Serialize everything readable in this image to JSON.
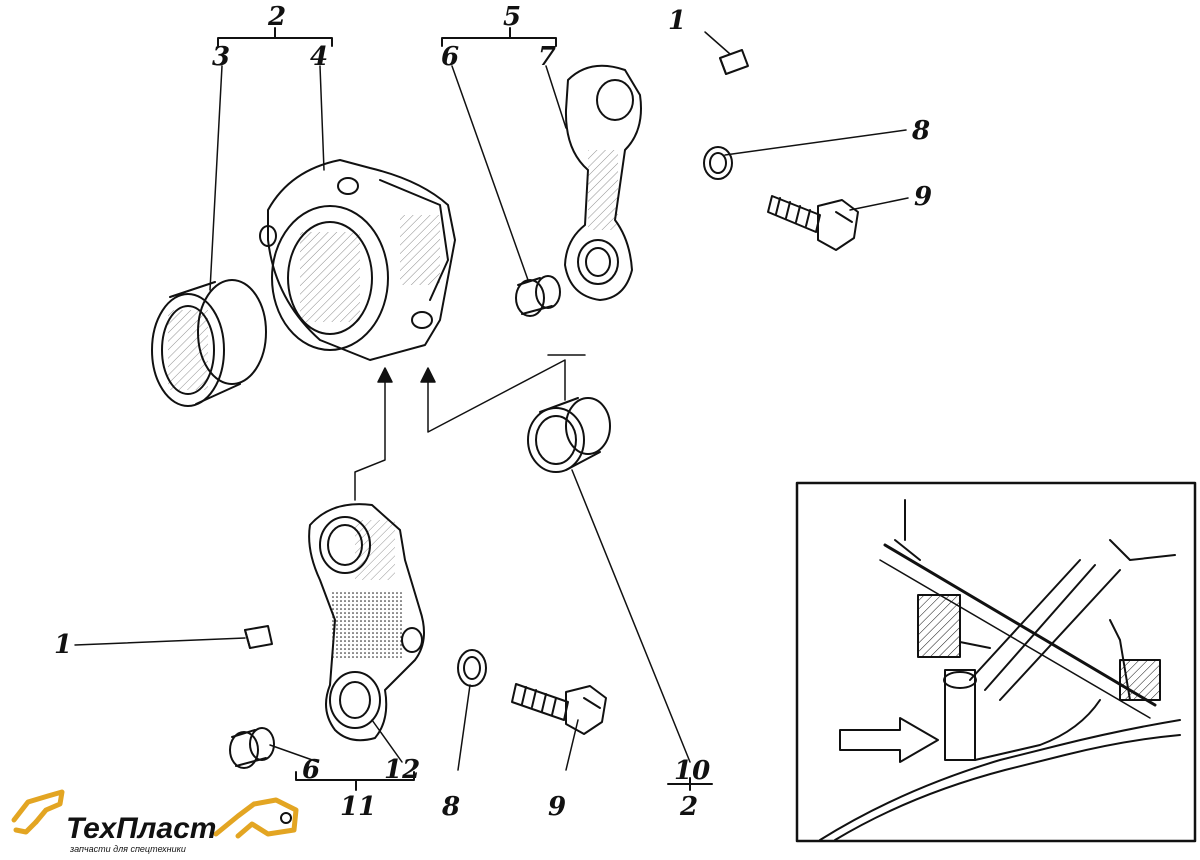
{
  "colors": {
    "ink": "#111111",
    "paper": "#ffffff",
    "logo_accent": "#e3a522"
  },
  "labels": {
    "n2_top": "2",
    "n3": "3",
    "n4": "4",
    "n5": "5",
    "n6_top": "6",
    "n7": "7",
    "n1_top": "1",
    "n8_top": "8",
    "n9_top": "9",
    "n1_left": "1",
    "n6_bottom": "6",
    "n12": "12",
    "n11": "11",
    "n8_bottom": "8",
    "n9_bottom": "9",
    "n10": "10",
    "n2_bottom": "2"
  },
  "logo": {
    "name": "ТехПласт",
    "tagline": "запчасти для спецтехники"
  }
}
